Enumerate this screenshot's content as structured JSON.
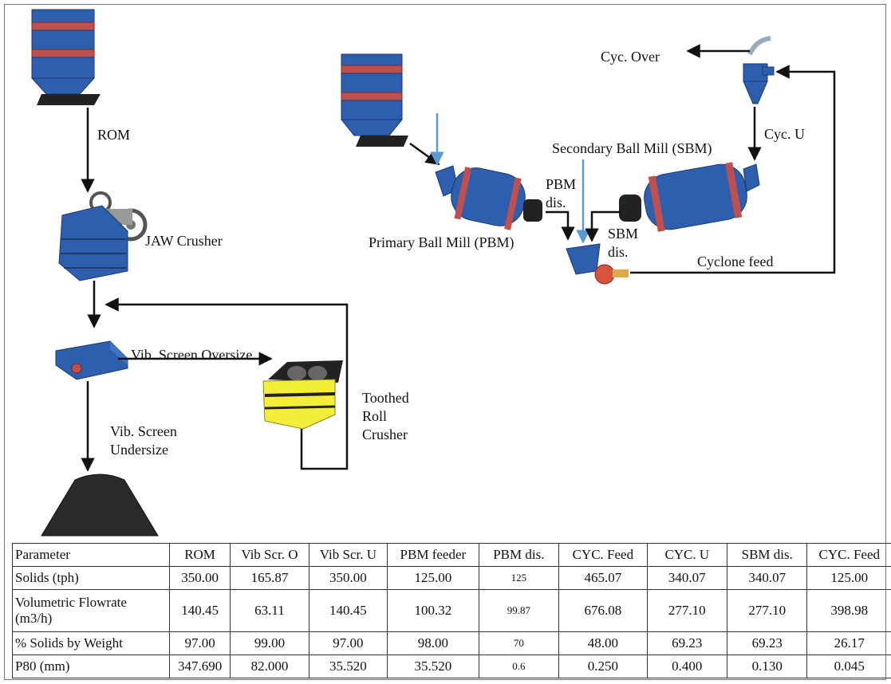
{
  "diagram": {
    "labels": {
      "rom": "ROM",
      "jaw_crusher": "JAW Crusher",
      "vib_screen_oversize": "Vib. Screen Oversize",
      "vib_screen_undersize": "Vib. Screen Undersize",
      "toothed_roll_crusher": "Toothed Roll Crusher",
      "primary_ball_mill": "Primary Ball Mill (PBM)",
      "pbm_dis": "PBM dis.",
      "secondary_ball_mill": "Secondary Ball Mill (SBM)",
      "sbm_dis": "SBM dis.",
      "cyc_over": "Cyc. Over",
      "cyc_u": "Cyc. U",
      "cyclone_feed": "Cyclone feed"
    },
    "colors": {
      "equipment_blue": "#2e5fae",
      "band_red": "#c0504d",
      "crusher_yellow": "#f2ee3a",
      "water_arrow": "#5b9bd5",
      "stockpile": "#2a2a2a"
    }
  },
  "table": {
    "headers": [
      "Parameter",
      "ROM",
      "Vib Scr. O",
      "Vib Scr. U",
      "PBM feeder",
      "PBM dis.",
      "CYC. Feed",
      "CYC. U",
      "SBM dis.",
      "CYC. Feed"
    ],
    "rows": [
      {
        "parameter": "Solids (tph)",
        "values": [
          "350.00",
          "165.87",
          "350.00",
          "125.00",
          "125",
          "465.07",
          "340.07",
          "340.07",
          "125.00"
        ]
      },
      {
        "parameter": "Volumetric Flowrate (m3/h)",
        "values": [
          "140.45",
          "63.11",
          "140.45",
          "100.32",
          "99.87",
          "676.08",
          "277.10",
          "277.10",
          "398.98"
        ]
      },
      {
        "parameter": "% Solids by Weight",
        "values": [
          "97.00",
          "99.00",
          "97.00",
          "98.00",
          "70",
          "48.00",
          "69.23",
          "69.23",
          "26.17"
        ]
      },
      {
        "parameter": "P80 (mm)",
        "values": [
          "347.690",
          "82.000",
          "35.520",
          "35.520",
          "0.6",
          "0.250",
          "0.400",
          "0.130",
          "0.045"
        ]
      }
    ]
  }
}
